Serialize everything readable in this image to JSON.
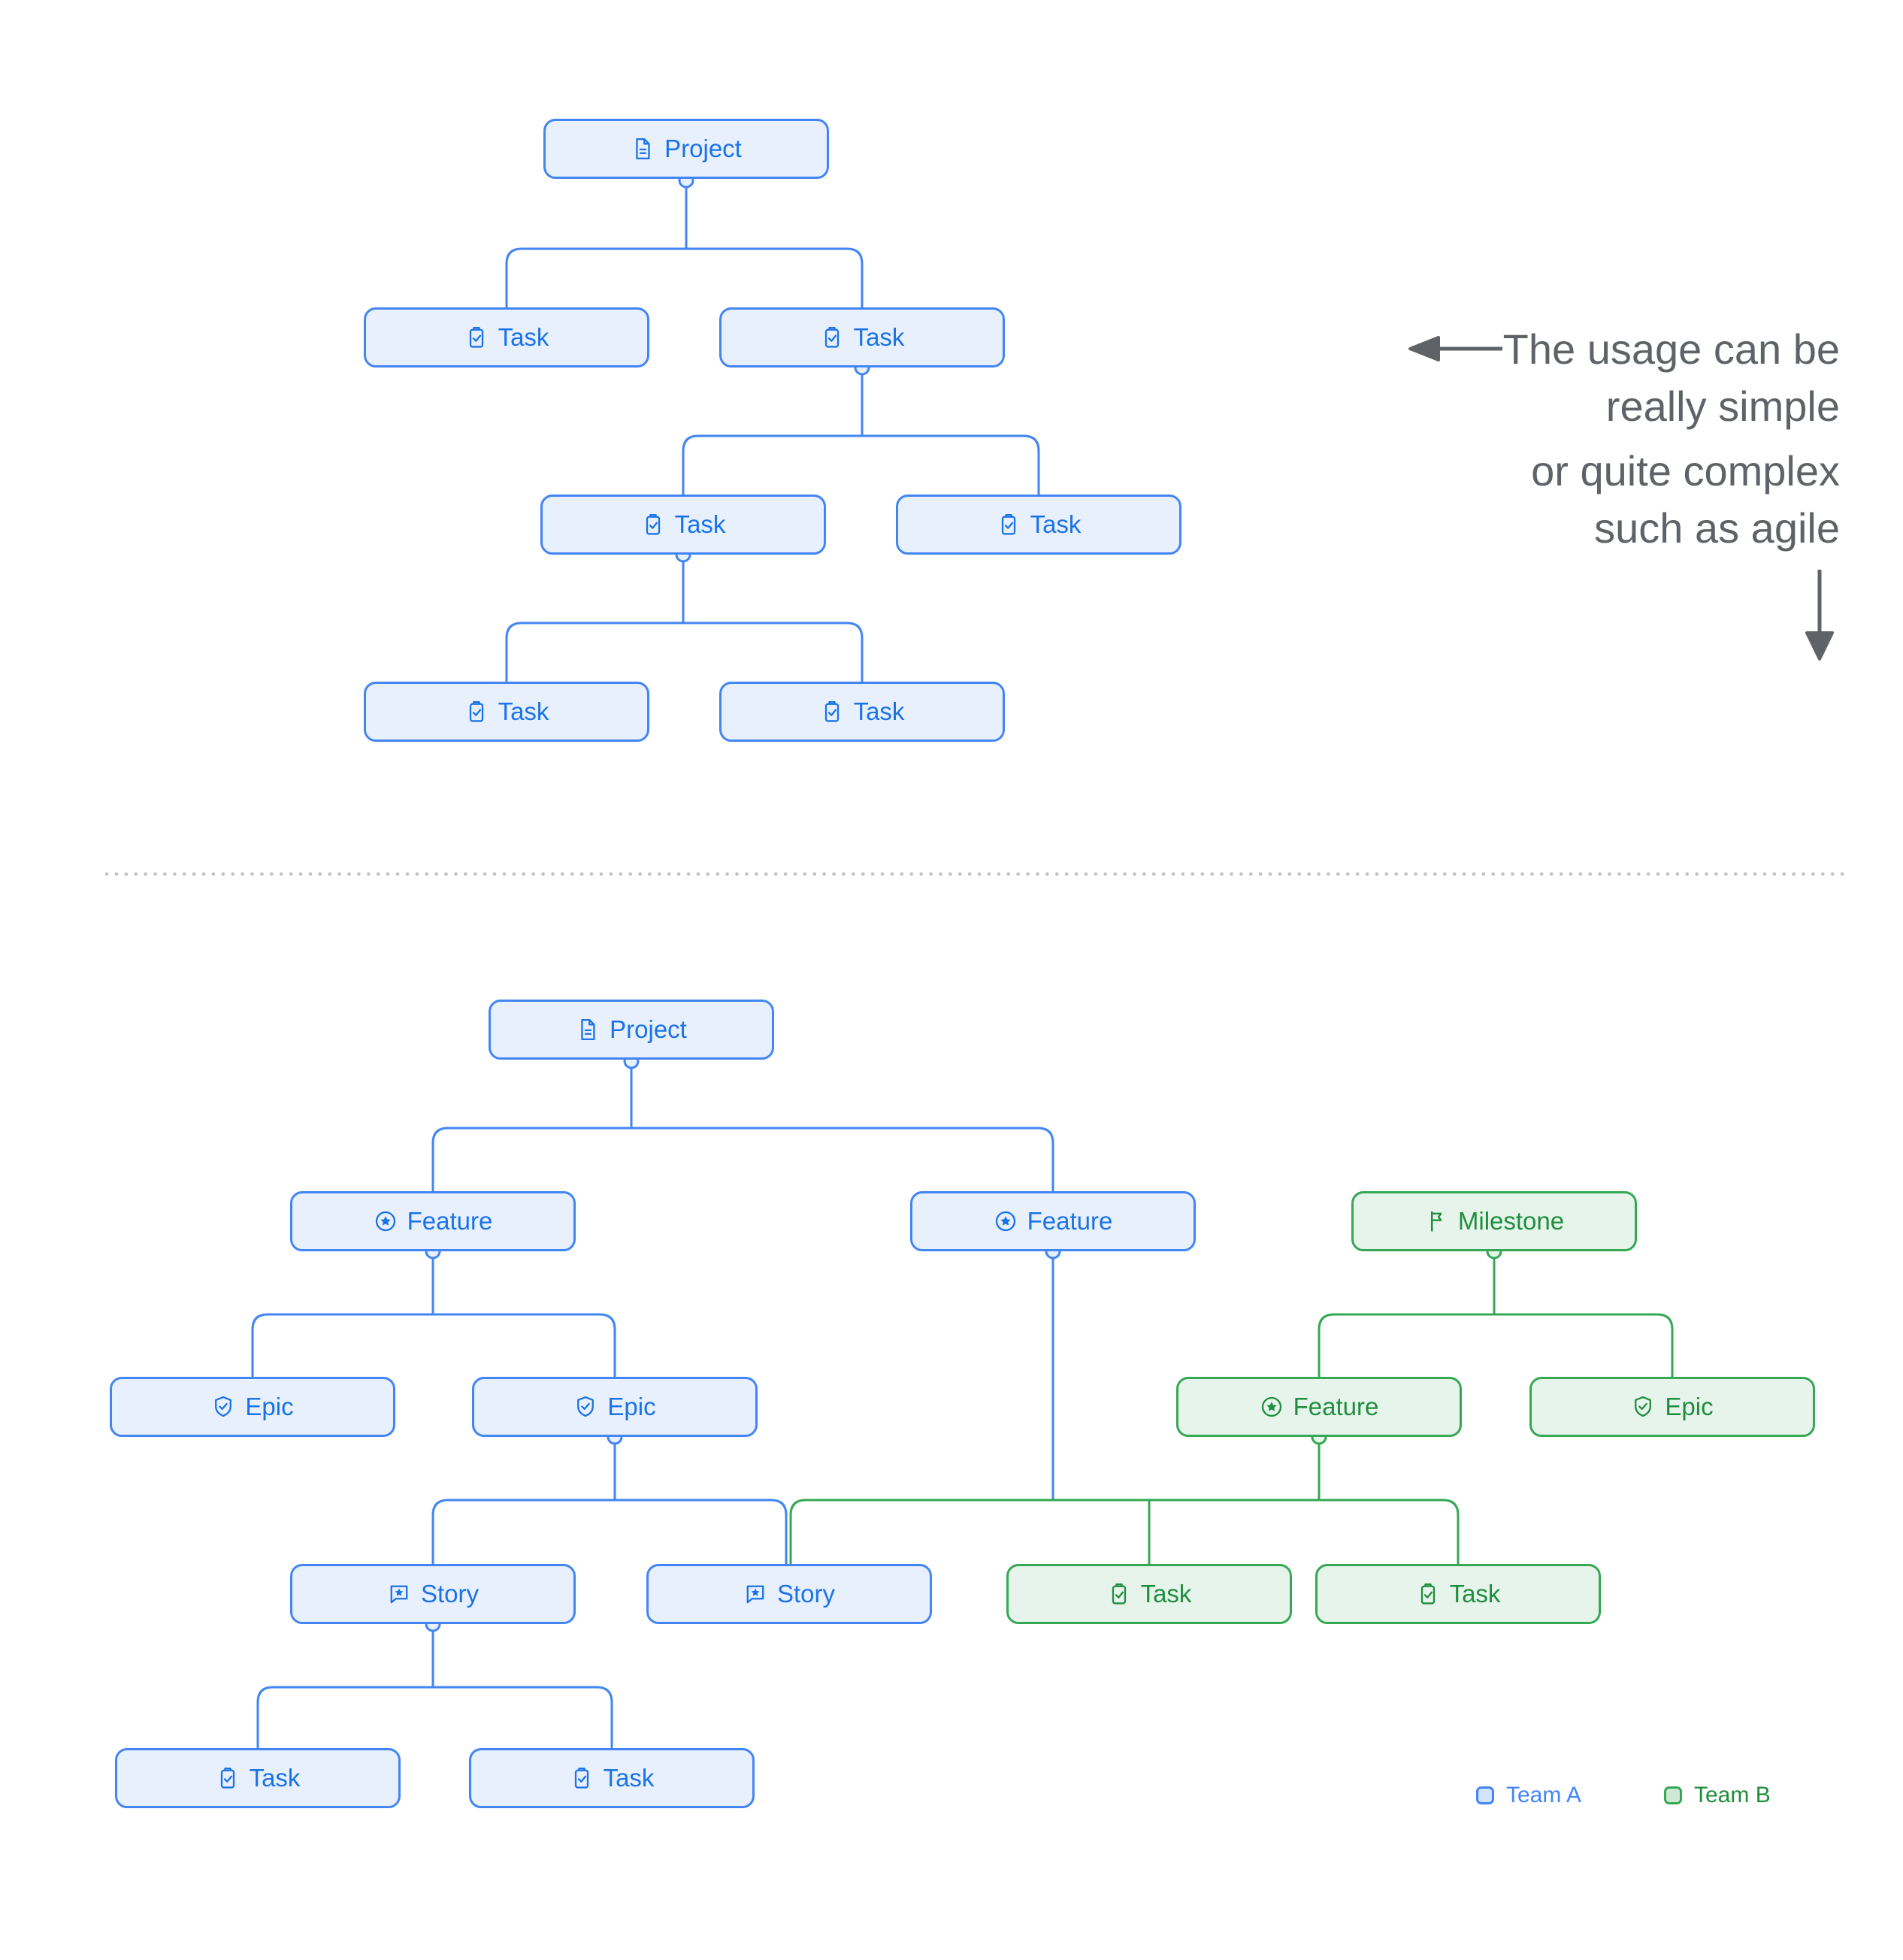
{
  "colors": {
    "team_a_border": "#4285f4",
    "team_a_fill": "#e8f0fe",
    "team_a_text": "#1a73e8",
    "team_b_border": "#34a853",
    "team_b_fill": "#e7f4eb",
    "team_b_text": "#1e8e3e",
    "annotation_text": "#5f6368",
    "divider_dots": "#bdc1c6"
  },
  "annotations": {
    "simple_note": [
      "The usage can be",
      "really simple"
    ],
    "complex_note": [
      "or quite complex",
      "such as agile"
    ]
  },
  "legend": {
    "team_a": "Team A",
    "team_b": "Team B"
  },
  "simple_tree": {
    "nodes": [
      {
        "id": "project",
        "label": "Project",
        "type": "project",
        "team": "A"
      },
      {
        "id": "task-1",
        "label": "Task",
        "type": "task",
        "team": "A"
      },
      {
        "id": "task-2",
        "label": "Task",
        "type": "task",
        "team": "A"
      },
      {
        "id": "task-3",
        "label": "Task",
        "type": "task",
        "team": "A"
      },
      {
        "id": "task-4",
        "label": "Task",
        "type": "task",
        "team": "A"
      },
      {
        "id": "task-5",
        "label": "Task",
        "type": "task",
        "team": "A"
      },
      {
        "id": "task-6",
        "label": "Task",
        "type": "task",
        "team": "A"
      }
    ]
  },
  "complex_tree": {
    "nodes": [
      {
        "id": "project",
        "label": "Project",
        "type": "project",
        "team": "A"
      },
      {
        "id": "feature-1",
        "label": "Feature",
        "type": "feature",
        "team": "A"
      },
      {
        "id": "feature-2",
        "label": "Feature",
        "type": "feature",
        "team": "A"
      },
      {
        "id": "milestone",
        "label": "Milestone",
        "type": "milestone",
        "team": "B"
      },
      {
        "id": "epic-1",
        "label": "Epic",
        "type": "epic",
        "team": "A"
      },
      {
        "id": "epic-2",
        "label": "Epic",
        "type": "epic",
        "team": "A"
      },
      {
        "id": "feature-3",
        "label": "Feature",
        "type": "feature",
        "team": "B"
      },
      {
        "id": "epic-3",
        "label": "Epic",
        "type": "epic",
        "team": "B"
      },
      {
        "id": "story-1",
        "label": "Story",
        "type": "story",
        "team": "A"
      },
      {
        "id": "story-2",
        "label": "Story",
        "type": "story",
        "team": "A"
      },
      {
        "id": "task-b1",
        "label": "Task",
        "type": "task",
        "team": "B"
      },
      {
        "id": "task-b2",
        "label": "Task",
        "type": "task",
        "team": "B"
      },
      {
        "id": "task-1",
        "label": "Task",
        "type": "task",
        "team": "A"
      },
      {
        "id": "task-2",
        "label": "Task",
        "type": "task",
        "team": "A"
      }
    ]
  }
}
